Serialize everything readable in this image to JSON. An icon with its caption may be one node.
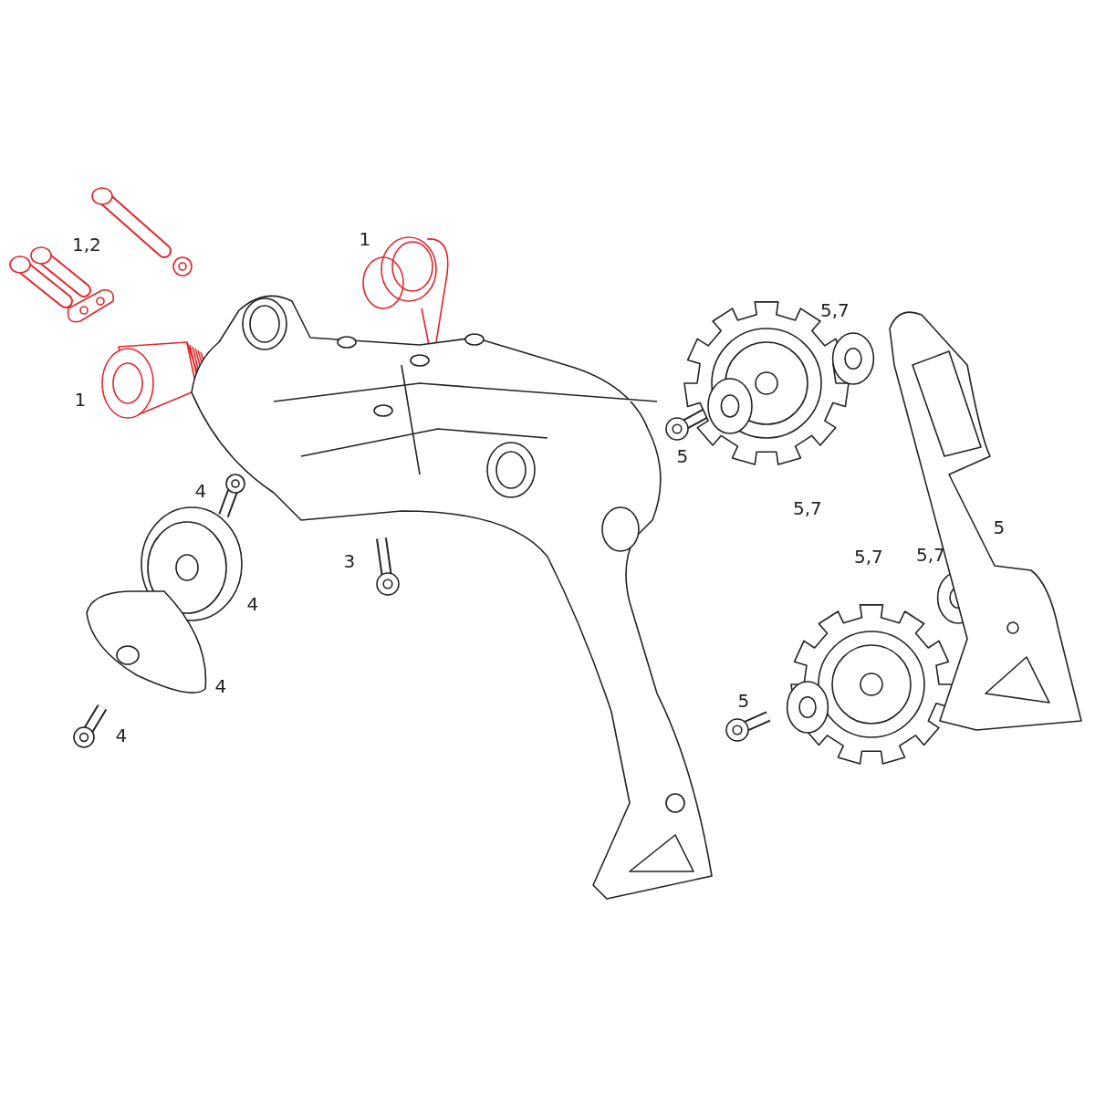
{
  "diagram": {
    "labels": [
      "1,2",
      "1",
      "5,7",
      "1",
      "5",
      "4",
      "5,7",
      "5",
      "5,7",
      "5,7",
      "3",
      "4",
      "4",
      "5",
      "4"
    ]
  }
}
